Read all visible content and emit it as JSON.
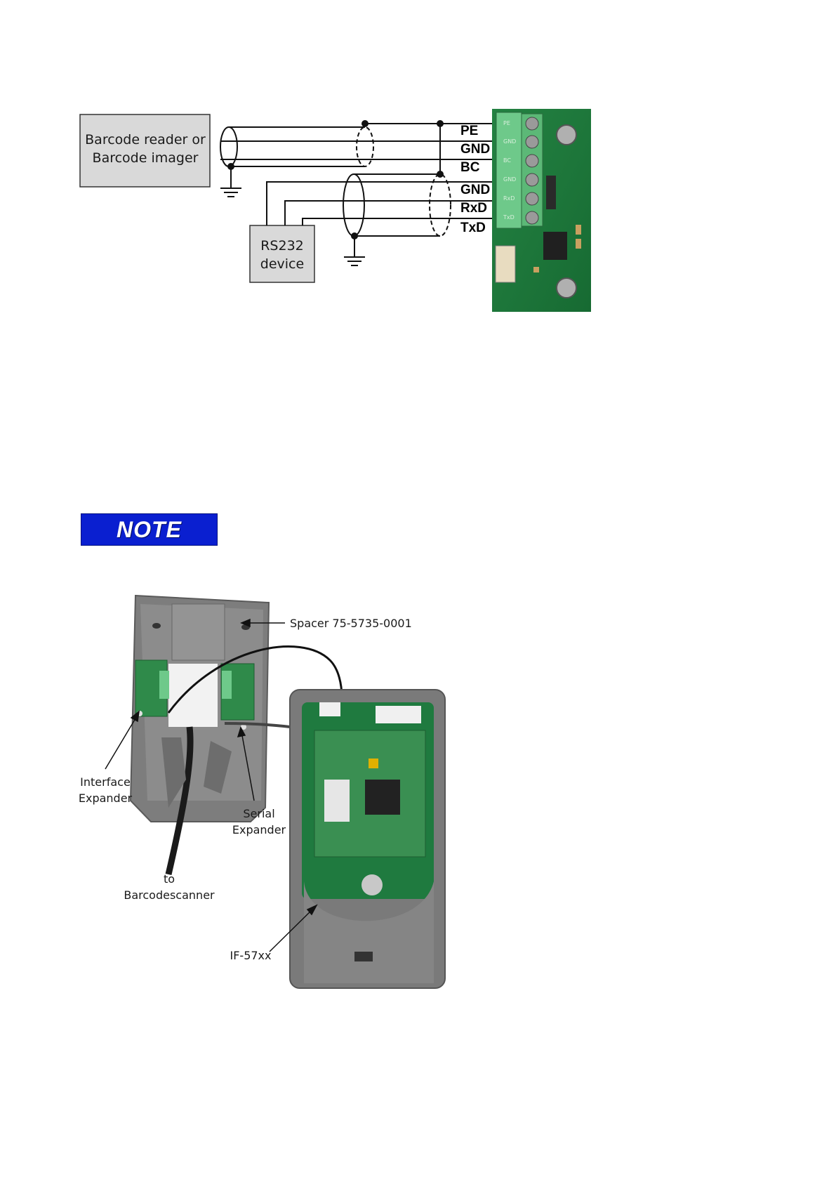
{
  "wiring_diagram": {
    "barcode_box_line1": "Barcode reader or",
    "barcode_box_line2": "Barcode imager",
    "rs232_box_line1": "RS232",
    "rs232_box_line2": "device",
    "signals": [
      "PE",
      "GND",
      "BC",
      "GND",
      "RxD",
      "TxD"
    ],
    "pcb_pin_labels": [
      "PE",
      "GND",
      "BC",
      "GND",
      "RxD",
      "TxD"
    ]
  },
  "note": {
    "label": "NOTE",
    "color": "#0a1fd0"
  },
  "assembly_photo": {
    "spacer_label": "Spacer 75-5735-0001",
    "interface_expander_line1": "Interface",
    "interface_expander_line2": "Expander",
    "serial_expander_line1": "Serial",
    "serial_expander_line2": "Expander",
    "to_label": "to",
    "barcodescanner_label": "Barcodescanner",
    "device_label": "IF-57xx"
  }
}
